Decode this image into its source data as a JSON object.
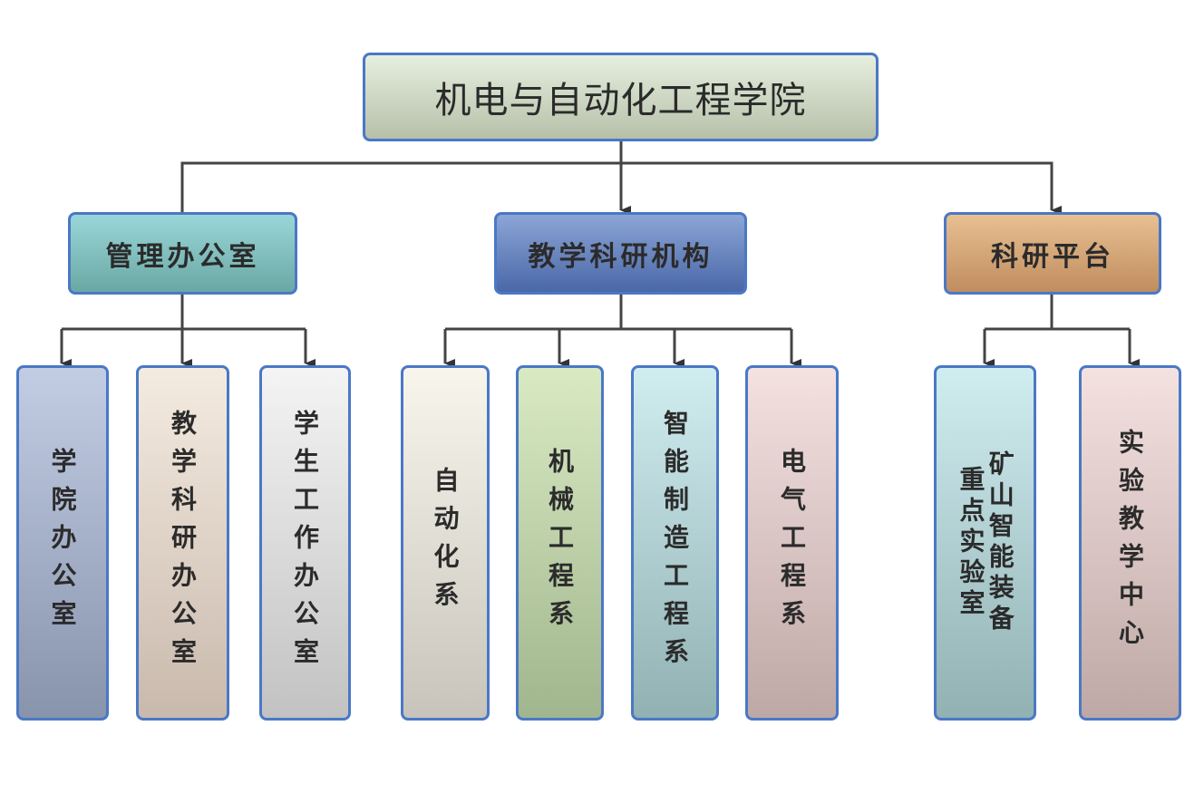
{
  "root": {
    "label": "机电与自动化工程学院"
  },
  "groups": [
    {
      "label": "管理办公室",
      "color": "#86c6c8",
      "children": [
        {
          "label": "学院办公室",
          "color": "#a4b2cf"
        },
        {
          "label": "教学科研办公室",
          "color": "#e4d8cc"
        },
        {
          "label": "学生工作办公室",
          "color": "#dcdcdc"
        }
      ]
    },
    {
      "label": "教学科研机构",
      "color": "#6685bf",
      "children": [
        {
          "label": "自动化系",
          "color": "#e4e1d6"
        },
        {
          "label": "机械工程系",
          "color": "#bccfa5"
        },
        {
          "label": "智能制造工程系",
          "color": "#b0d2d6"
        },
        {
          "label": "电气工程系",
          "color": "#dcc6c3"
        }
      ]
    },
    {
      "label": "科研平台",
      "color": "#d6a679",
      "children": [
        {
          "label": "矿山智能装备重点实验室",
          "color": "#b0d2d6"
        },
        {
          "label": "实验教学中心",
          "color": "#dcc6c3"
        }
      ]
    }
  ],
  "colors": {
    "border": "#4a78c6",
    "connector": "#333333"
  }
}
